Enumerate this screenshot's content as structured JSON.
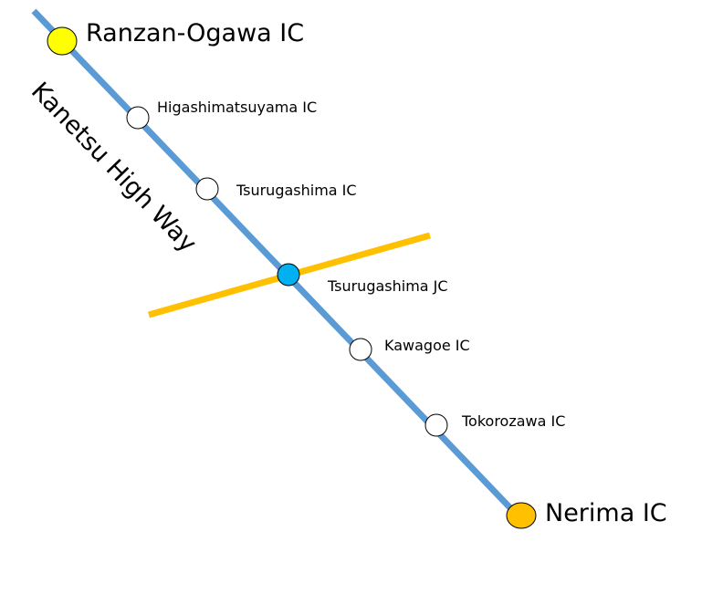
{
  "highway": {
    "name": "Kanetsu High Way",
    "color": "#5B9BD5"
  },
  "crossing_road": {
    "color": "#FFC000"
  },
  "stations": [
    {
      "label": "Ranzan-Ogawa IC",
      "color": "#FFFF00",
      "size": "large"
    },
    {
      "label": "Higashimatsuyama IC",
      "color": "#FFFFFF",
      "size": "small"
    },
    {
      "label": "Tsurugashima IC",
      "color": "#FFFFFF",
      "size": "small"
    },
    {
      "label": "Tsurugashima JC",
      "color": "#00B0F0",
      "size": "small"
    },
    {
      "label": "Kawagoe IC",
      "color": "#FFFFFF",
      "size": "small"
    },
    {
      "label": "Tokorozawa IC",
      "color": "#FFFFFF",
      "size": "small"
    },
    {
      "label": "Nerima IC",
      "color": "#FFC000",
      "size": "large"
    }
  ]
}
